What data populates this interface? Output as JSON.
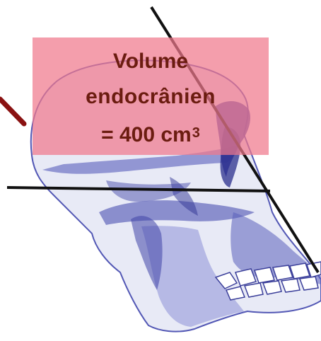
{
  "annotation": {
    "line1": "Volume",
    "line2": "endocrânien",
    "line3_main": "= 400 cm",
    "line3_sup": "3"
  },
  "colors": {
    "skull_fill": "#e6e9f5",
    "skull_shade": "#4a4fb0",
    "skull_outline": "#3b3f9a",
    "label_box": "#f07a8c",
    "label_text": "#6b1c10",
    "guide_line": "#111111",
    "marker_line": "#8a1212"
  }
}
